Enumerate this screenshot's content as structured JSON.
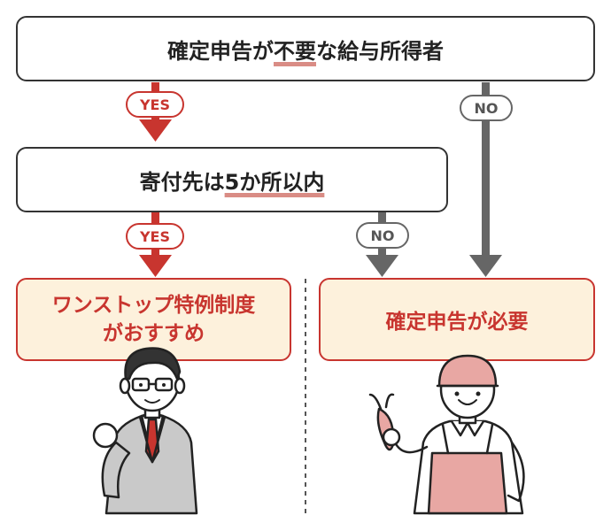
{
  "top": {
    "pre": "確定申告が",
    "underlined": "不要",
    "post": "な給与所得者"
  },
  "middle": {
    "pre": "寄付先は",
    "underlined": "5か所以内"
  },
  "labels": {
    "yes1": "YES",
    "yes2": "YES",
    "no1": "NO",
    "no2": "NO"
  },
  "result_left": {
    "line1": "ワンストップ特例制度",
    "line2": "がおすすめ"
  },
  "result_right": {
    "text": "確定申告が必要"
  },
  "colors": {
    "accent": "#c8352f",
    "result_fill": "#fdf1dc",
    "no_gray": "#666666",
    "underline": "#d98c85"
  }
}
